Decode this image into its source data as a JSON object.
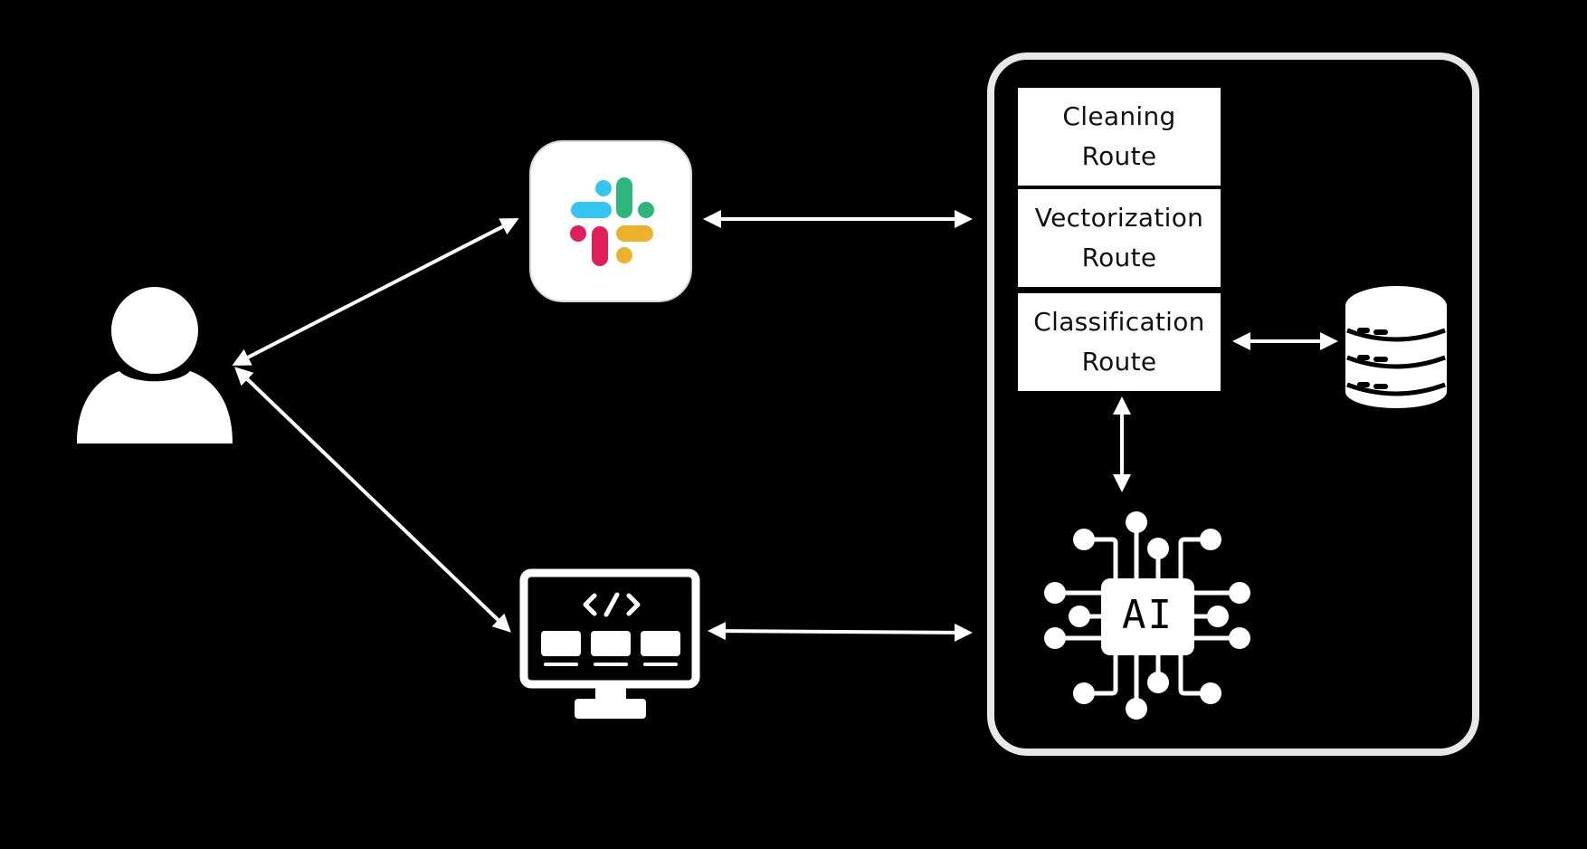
{
  "routes": [
    {
      "line1": "Cleaning",
      "line2": "Route"
    },
    {
      "line1": "Vectorization",
      "line2": "Route"
    },
    {
      "line1": "Classification",
      "line2": "Route"
    }
  ],
  "ai_chip": {
    "label": "AI"
  },
  "icons": {
    "user": "user-icon",
    "slack": "slack-icon",
    "monitor": "code-monitor-icon",
    "database": "database-icon",
    "ai": "ai-chip-icon"
  },
  "colors": {
    "background": "#000000",
    "foreground": "#ffffff",
    "slack_blue": "#36C5F0",
    "slack_green": "#2EB67D",
    "slack_red": "#E01E5A",
    "slack_yellow": "#ECB22E"
  }
}
